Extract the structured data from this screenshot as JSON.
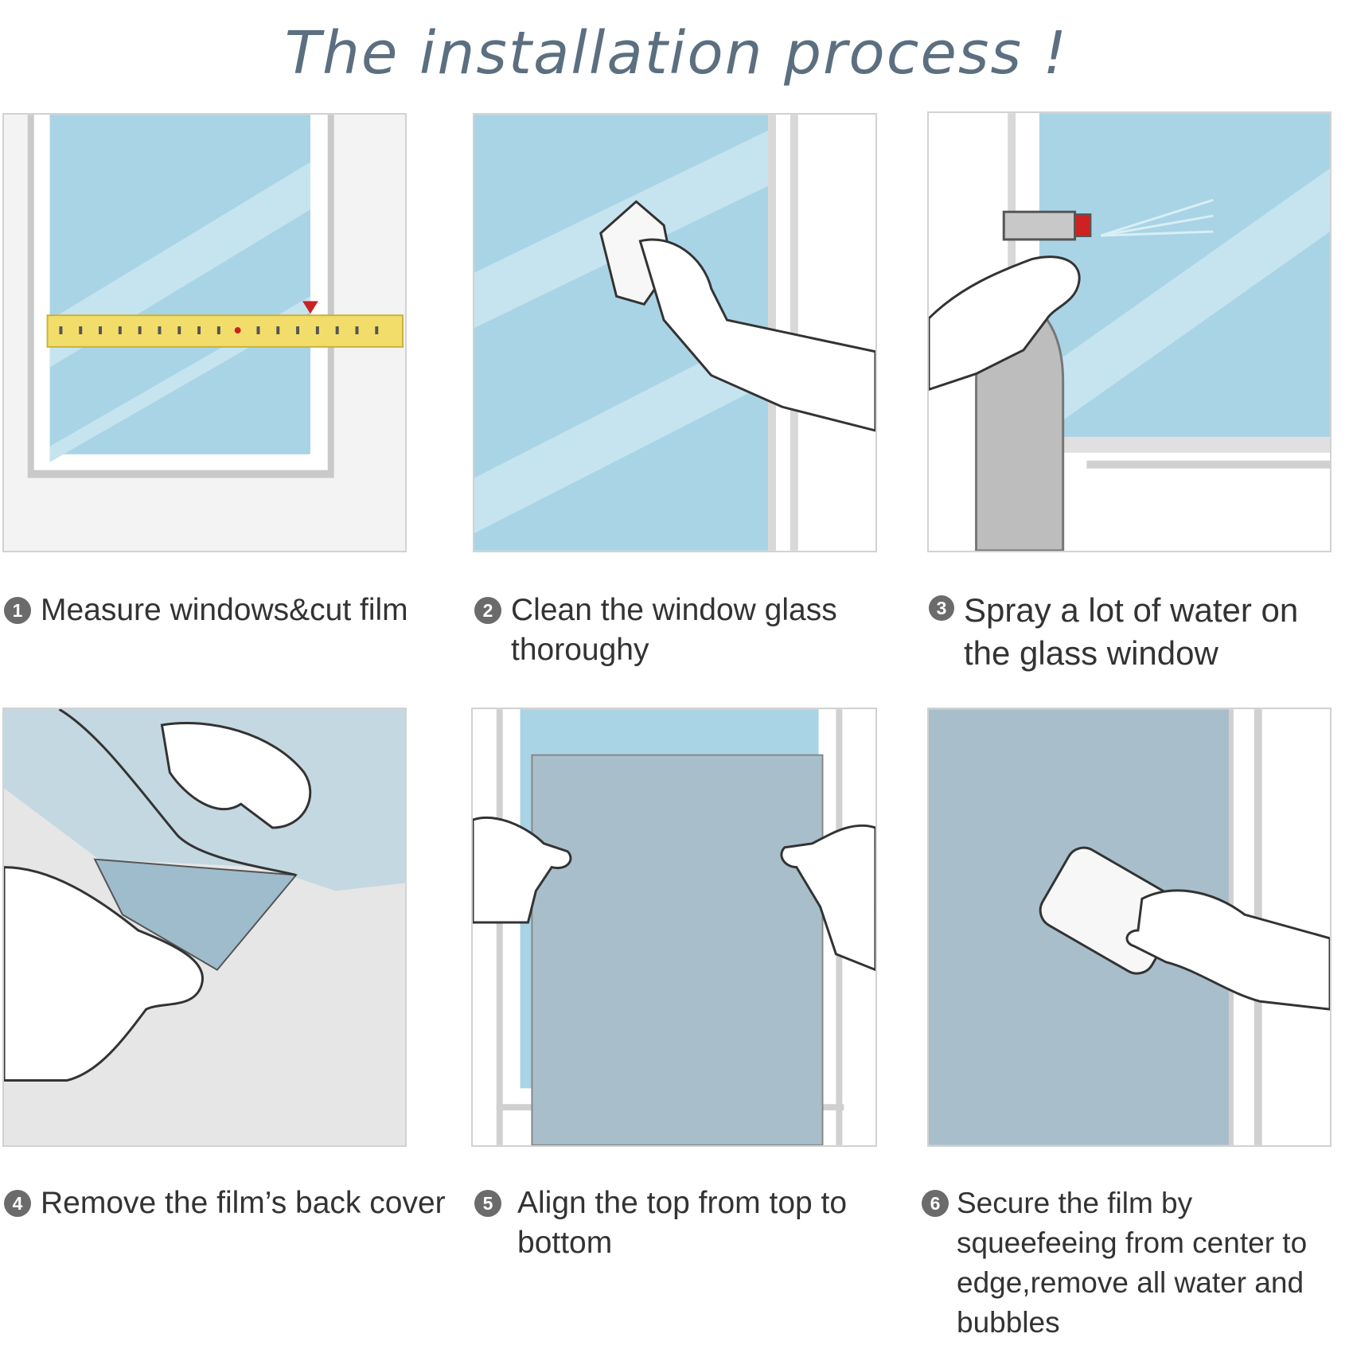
{
  "title": "The installation process !",
  "steps": [
    {
      "number": "1",
      "text": "Measure windows&cut film"
    },
    {
      "number": "2",
      "text": "Clean the window glass thoroughy"
    },
    {
      "number": "3",
      "text": "Spray a lot of water on the glass window"
    },
    {
      "number": "4",
      "text": "Remove the film’s back cover"
    },
    {
      "number": "5",
      "text": "Align the top from top to bottom"
    },
    {
      "number": "6",
      "text": "Secure the film by squeefeeing from center to edge,remove all water and bubbles"
    }
  ],
  "colors": {
    "glass": "#a9d4e6",
    "film": "#a8bfcb",
    "frame": "#e9e9e9",
    "tape": "#f2dd6a",
    "marker": "#cc2222",
    "title": "#5b6f80"
  }
}
